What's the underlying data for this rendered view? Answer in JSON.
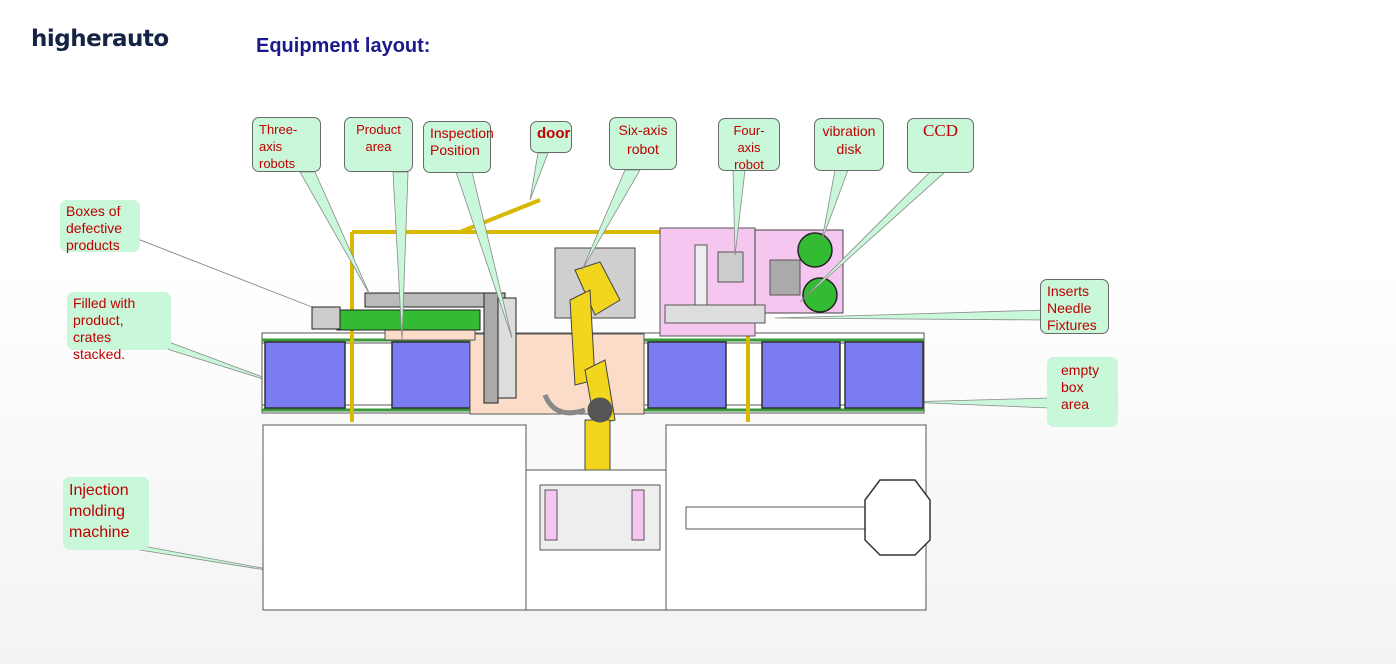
{
  "header": {
    "logo": "higherauto",
    "title": "Equipment layout:"
  },
  "labels": {
    "three_axis": "Three-\naxis\nrobots",
    "product_area": "Product\narea",
    "inspection": "Inspection\nPosition",
    "door": "door",
    "six_axis": "Six-axis\nrobot",
    "four_axis": "Four-\naxis\nrobot",
    "vibration": "vibration\ndisk",
    "ccd": "CCD",
    "defective": "Boxes of\ndefective\nproducts",
    "filled": "Filled with\nproduct, crates\nstacked.",
    "inserts": "Inserts\nNeedle\nFixtures",
    "empty_box": "empty\nbox\narea",
    "injection": "Injection\nmolding\nmachine"
  },
  "colors": {
    "label_bg": "#c8f7d9",
    "label_text": "#c00000",
    "title": "#1a1a8c",
    "logo": "#162444",
    "box_blue": "#7b7bf2",
    "rail_yellow": "#f2d61e",
    "pink_zone": "#f5c6f0",
    "peach_zone": "#fbdcc8",
    "green_part": "#33bb33"
  }
}
